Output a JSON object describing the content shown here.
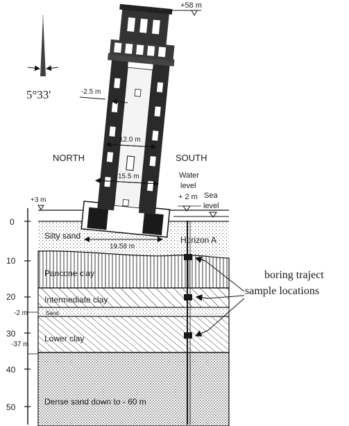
{
  "tilt": {
    "angle": "5°33'"
  },
  "elevations": {
    "top": "+58 m",
    "ground": "+3 m"
  },
  "compass": {
    "north": "NORTH",
    "south": "SOUTH"
  },
  "tower": {
    "dim_offset": "-2.5 m",
    "dim_inner": "12.0 m",
    "dim_outer": "15.5 m",
    "dim_foundation": "19.58 m"
  },
  "water": {
    "water_line1": "Water",
    "water_line2": "level",
    "water_line3": "+ 2 m",
    "sea_line1": "Sea",
    "sea_line2": "level"
  },
  "depth_axis": {
    "ticks": [
      "0",
      "10",
      "20",
      "30",
      "40",
      "50"
    ],
    "markers": [
      "-2 m",
      "-37 m"
    ]
  },
  "layers": {
    "silty_sand": "Silty sand",
    "horizon_a": "Horizon A",
    "pancone_clay": "Pancone clay",
    "intermediate_clay": "Intermediate clay",
    "sand": "Sand",
    "lower_clay": "Lower clay",
    "dense_sand": "Dense sand down to - 60 m"
  },
  "annotations": {
    "boring_line": "boring traject",
    "sample_line": "sample locations"
  }
}
